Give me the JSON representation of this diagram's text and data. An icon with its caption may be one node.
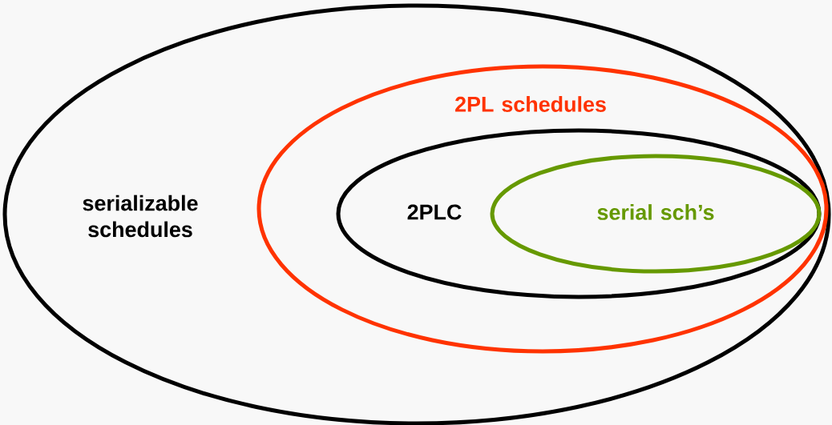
{
  "diagram": {
    "nodes": [
      {
        "text": [
          "serializable schedules"
        ]
      },
      {
        "text": [
          "2PL schedules"
        ]
      },
      {
        "text": [
          "2PLC"
        ],
        "in": 1
      },
      {
        "text": [
          "serial sch’s"
        ],
        "in": 2
      }
    ]
  }
}
